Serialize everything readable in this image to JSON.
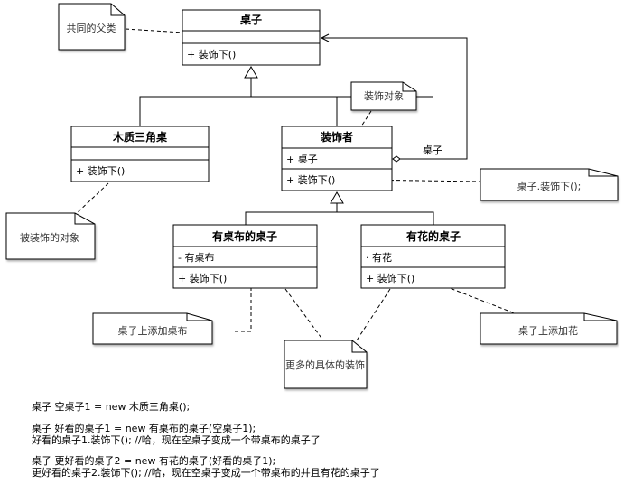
{
  "classes": {
    "table": {
      "name": "桌子",
      "attributes": [],
      "methods": [
        "+ 装饰下()"
      ]
    },
    "wood_table": {
      "name": "木质三角桌",
      "attributes": [],
      "methods": [
        "+ 装饰下()"
      ]
    },
    "decorator": {
      "name": "装饰者",
      "attributes": [
        "+ 桌子"
      ],
      "methods": [
        "+ 装饰下()"
      ]
    },
    "cloth_table": {
      "name": "有桌布的桌子",
      "attributes": [
        "- 有桌布"
      ],
      "methods": [
        "+ 装饰下()"
      ]
    },
    "flower_table": {
      "name": "有花的桌子",
      "attributes": [
        "· 有花"
      ],
      "methods": [
        "+ 装饰下()"
      ]
    }
  },
  "association_label": "桌子",
  "notes": {
    "common_parent": "共同的父类",
    "decorate_object": "装饰对象",
    "decorated_object": "被装饰的对象",
    "call_method": "桌子.装饰下();",
    "add_cloth": "桌子上添加桌布",
    "more_decorations": "更多的具体的装饰",
    "add_flower": "桌子上添加花"
  },
  "code": [
    "桌子 空桌子1 = new 木质三角桌();",
    "",
    "桌子 好看的桌子1 = new 有桌布的桌子(空桌子1);",
    "好看的桌子1.装饰下(); //哈，现在空桌子变成一个带桌布的桌子了",
    "",
    "桌子 更好看的桌子2 = new 有花的桌子(好看的桌子1);",
    "更好看的桌子2.装饰下(); //哈，现在空桌子变成一个带桌布的并且有花的桌子了"
  ]
}
